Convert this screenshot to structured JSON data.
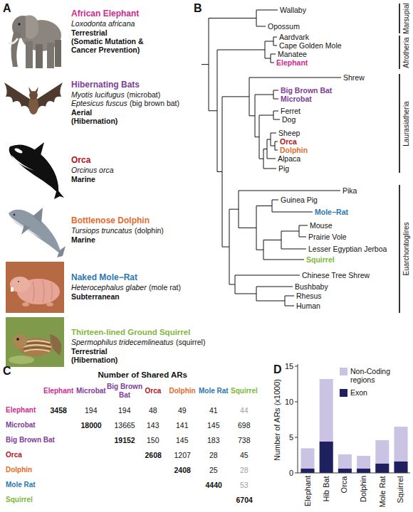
{
  "diagram": {
    "labels": [
      "A",
      "African Elephant",
      "Loxodonta africana",
      "Terrestrial",
      "(Somatic Mutation & Cancer Prevention)",
      "Hibernating Bats",
      "Myotis lucifugus",
      "(microbat)",
      "Eptesicus fuscus",
      "(big brown bat)",
      "Aerial",
      "(Hibernation)",
      "Orca",
      "Orcinus orca",
      "Marine",
      "Bottlenose Dolphin",
      "Tursiops truncatus",
      "(dolphin)",
      "Marine",
      "Naked Mole−Rat",
      "Heterocephalus glaber",
      "(mole rat)",
      "Subterranean",
      "Thirteen-lined Ground Squirrel",
      "Spermophilus tridecemlineatus",
      "(squirrel)",
      "Terrestrial",
      "(Hibernation)",
      "B",
      "Wallaby",
      "Opossum",
      "Aardvark",
      "Cape Golden Mole",
      "Manatee",
      "Elephant",
      "Shrew",
      "Big Brown Bat",
      "Microbat",
      "Ferret",
      "Dog",
      "Sheep",
      "Orca",
      "Dolphin",
      "Alpaca",
      "Pig",
      "Pika",
      "Guinea Pig",
      "Mole−Rat",
      "Mouse",
      "Prairie Vole",
      "Lesser Egyptian Jerboa",
      "Squirrel",
      "Chinese Tree Shrew",
      "Bushbaby",
      "Rhesus",
      "Human",
      "Marsupial",
      "Afrotheria",
      "Laurasiatheria",
      "Euarchontoglires",
      "C",
      "Number of Shared ARs",
      "Elephant",
      "Microbat",
      "Big Brown Bat",
      "Orca",
      "Dolphin",
      "Mole Rat",
      "Squirrel",
      "Elephant",
      "Microbat",
      "Big Brown Bat",
      "Orca",
      "Dolphin",
      "Mole Rat",
      "Squirrel",
      "3458",
      "194",
      "194",
      "48",
      "49",
      "41",
      "44",
      "18000",
      "13665",
      "143",
      "141",
      "145",
      "698",
      "19152",
      "150",
      "145",
      "183",
      "738",
      "2608",
      "1207",
      "28",
      "45",
      "2408",
      "25",
      "28",
      "4440",
      "53",
      "6704",
      "D",
      "Number of ARs (x1000)",
      "0",
      "5",
      "10",
      "15",
      "Elephant",
      "Hib Bat",
      "Orca",
      "Dolphin",
      "Mole Rat",
      "Squirrel"
    ],
    "legend": [
      {
        "text": "Non-Coding regions",
        "color": "#cbc3e3"
      },
      {
        "text": "Exon",
        "color": "#1f2060"
      }
    ]
  }
}
